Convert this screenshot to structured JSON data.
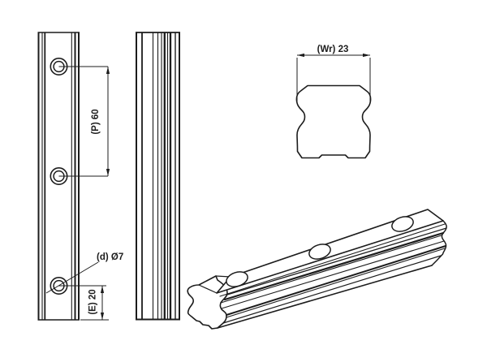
{
  "drawing": {
    "kind": "linear-guide-rail-technical-drawing",
    "dimensions": {
      "pitch": {
        "label": "(P) 60",
        "symbol": "(P)",
        "value": "60"
      },
      "hole_diameter": {
        "label": "(d) Ø7",
        "symbol": "(d)",
        "value": "Ø7"
      },
      "end_distance": {
        "label": "(E) 20",
        "symbol": "(E)",
        "value": "20"
      },
      "rail_width": {
        "label": "(Wr) 23",
        "symbol": "(Wr)",
        "value": "23"
      }
    },
    "colors": {
      "line": "#1c1c1c",
      "background": "#ffffff"
    }
  }
}
